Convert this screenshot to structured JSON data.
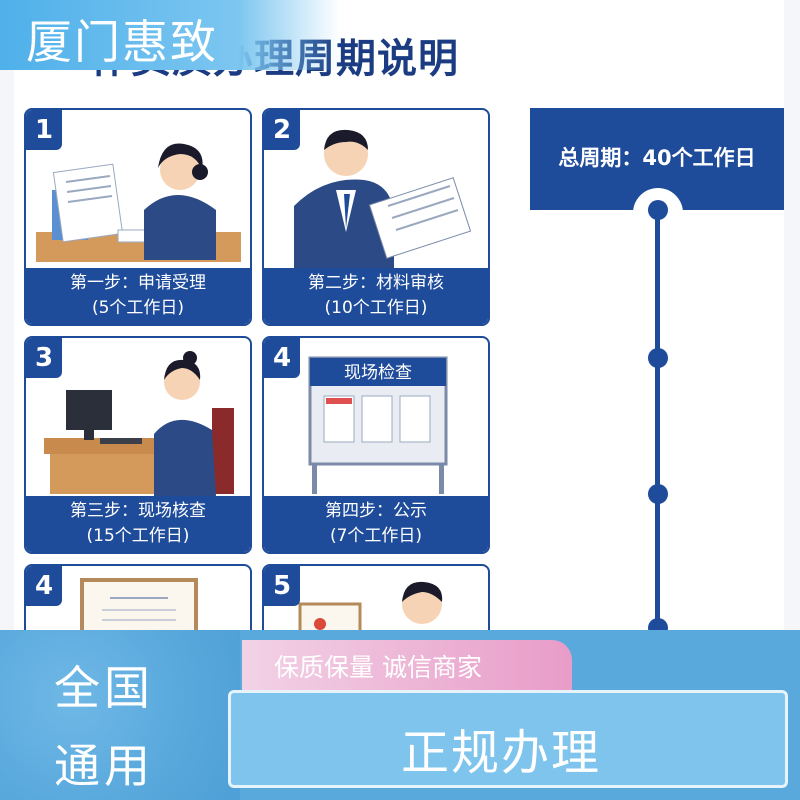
{
  "brand": {
    "name": "厦门惠致"
  },
  "poster": {
    "title": "作资质办理周期说明",
    "total_period": "总周期：40个工作日"
  },
  "steps": [
    {
      "number": "1",
      "title": "第一步：申请受理",
      "duration": "(5个工作日)"
    },
    {
      "number": "2",
      "title": "第二步：材料审核",
      "duration": "(10个工作日)"
    },
    {
      "number": "3",
      "title": "第三步：现场核查",
      "duration": "(15个工作日)"
    },
    {
      "number": "4",
      "title": "第四步：公示",
      "duration": "(7个工作日)",
      "board_label": "现场检查"
    },
    {
      "number": "4"
    },
    {
      "number": "5"
    }
  ],
  "banner": {
    "scope_line1": "全国",
    "scope_line2": "通用",
    "slogan": "保质保量 诚信商家",
    "compliance": "正规办理"
  },
  "colors": {
    "primary_blue": "#1f4c9a",
    "brand_light_blue": "#5aa9dd",
    "pink_accent": "#e89cc8"
  }
}
